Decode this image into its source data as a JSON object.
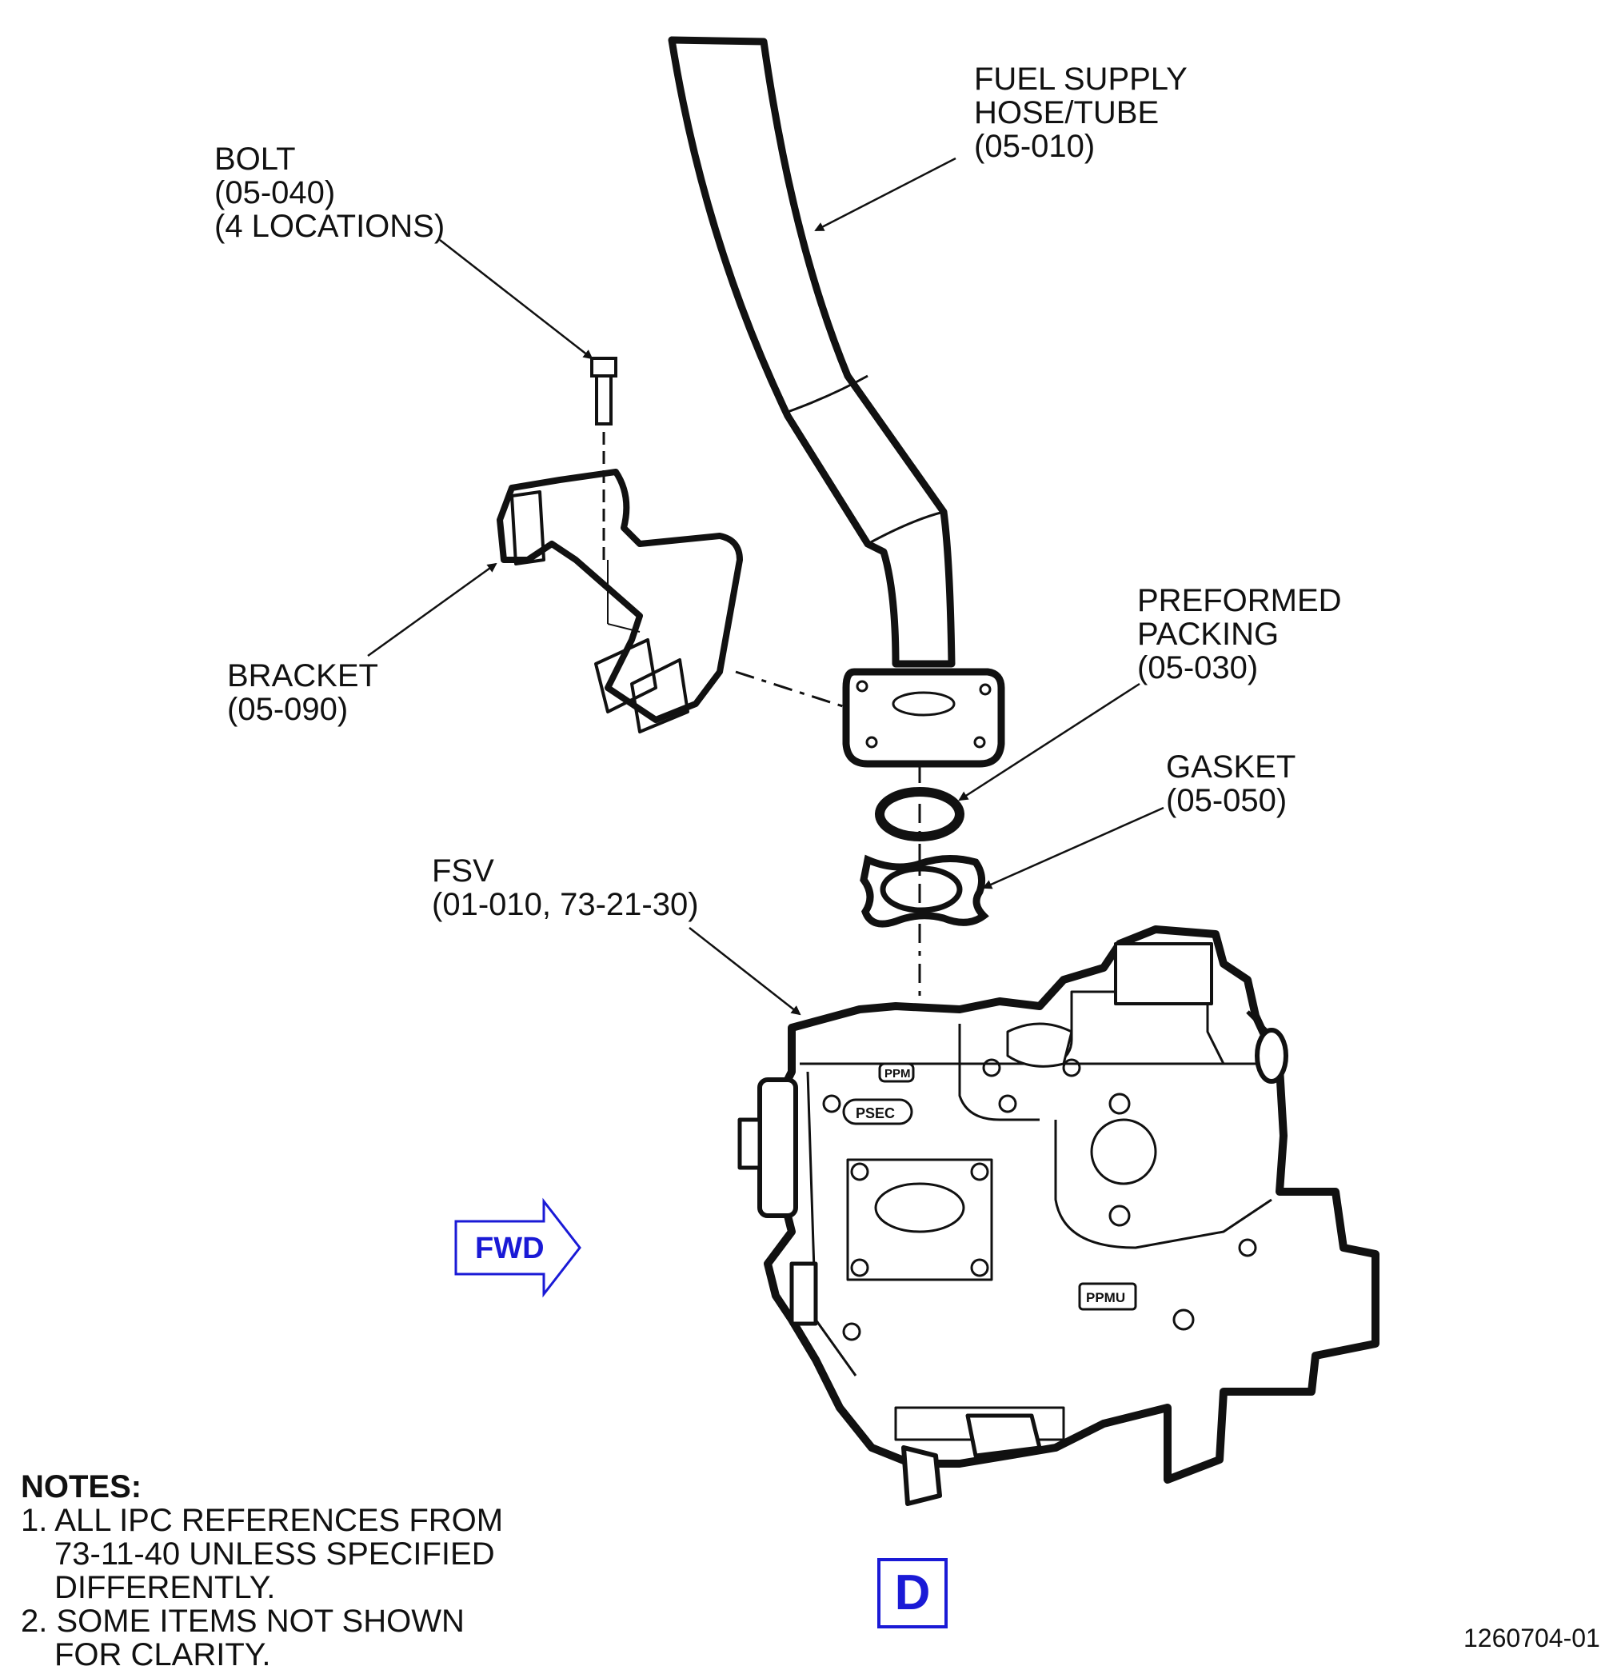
{
  "labels": {
    "fuel_supply": [
      "FUEL SUPPLY",
      "HOSE/TUBE",
      "(05-010)"
    ],
    "bolt": [
      "BOLT",
      "(05-040)",
      "(4 LOCATIONS)"
    ],
    "bracket": [
      "BRACKET",
      "(05-090)"
    ],
    "packing": [
      "PREFORMED",
      "PACKING",
      "(05-030)"
    ],
    "gasket": [
      "GASKET",
      "(05-050)"
    ],
    "fsv": [
      "FSV",
      "(01-010, 73-21-30)"
    ]
  },
  "component_markings": {
    "ppm": "PPM",
    "psec": "PSEC",
    "ppmu": "PPMU"
  },
  "fwd_arrow": {
    "label": "FWD",
    "color": "#1a1ad6"
  },
  "notes": {
    "title": "NOTES:",
    "lines": [
      "1. ALL IPC REFERENCES FROM",
      "73-11-40 UNLESS SPECIFIED",
      "DIFFERENTLY.",
      "2. SOME ITEMS NOT SHOWN",
      "FOR CLARITY."
    ]
  },
  "view_label": "D",
  "figure_number": "1260704-01",
  "colors": {
    "line": "#111111",
    "accent": "#1a1ad6"
  }
}
